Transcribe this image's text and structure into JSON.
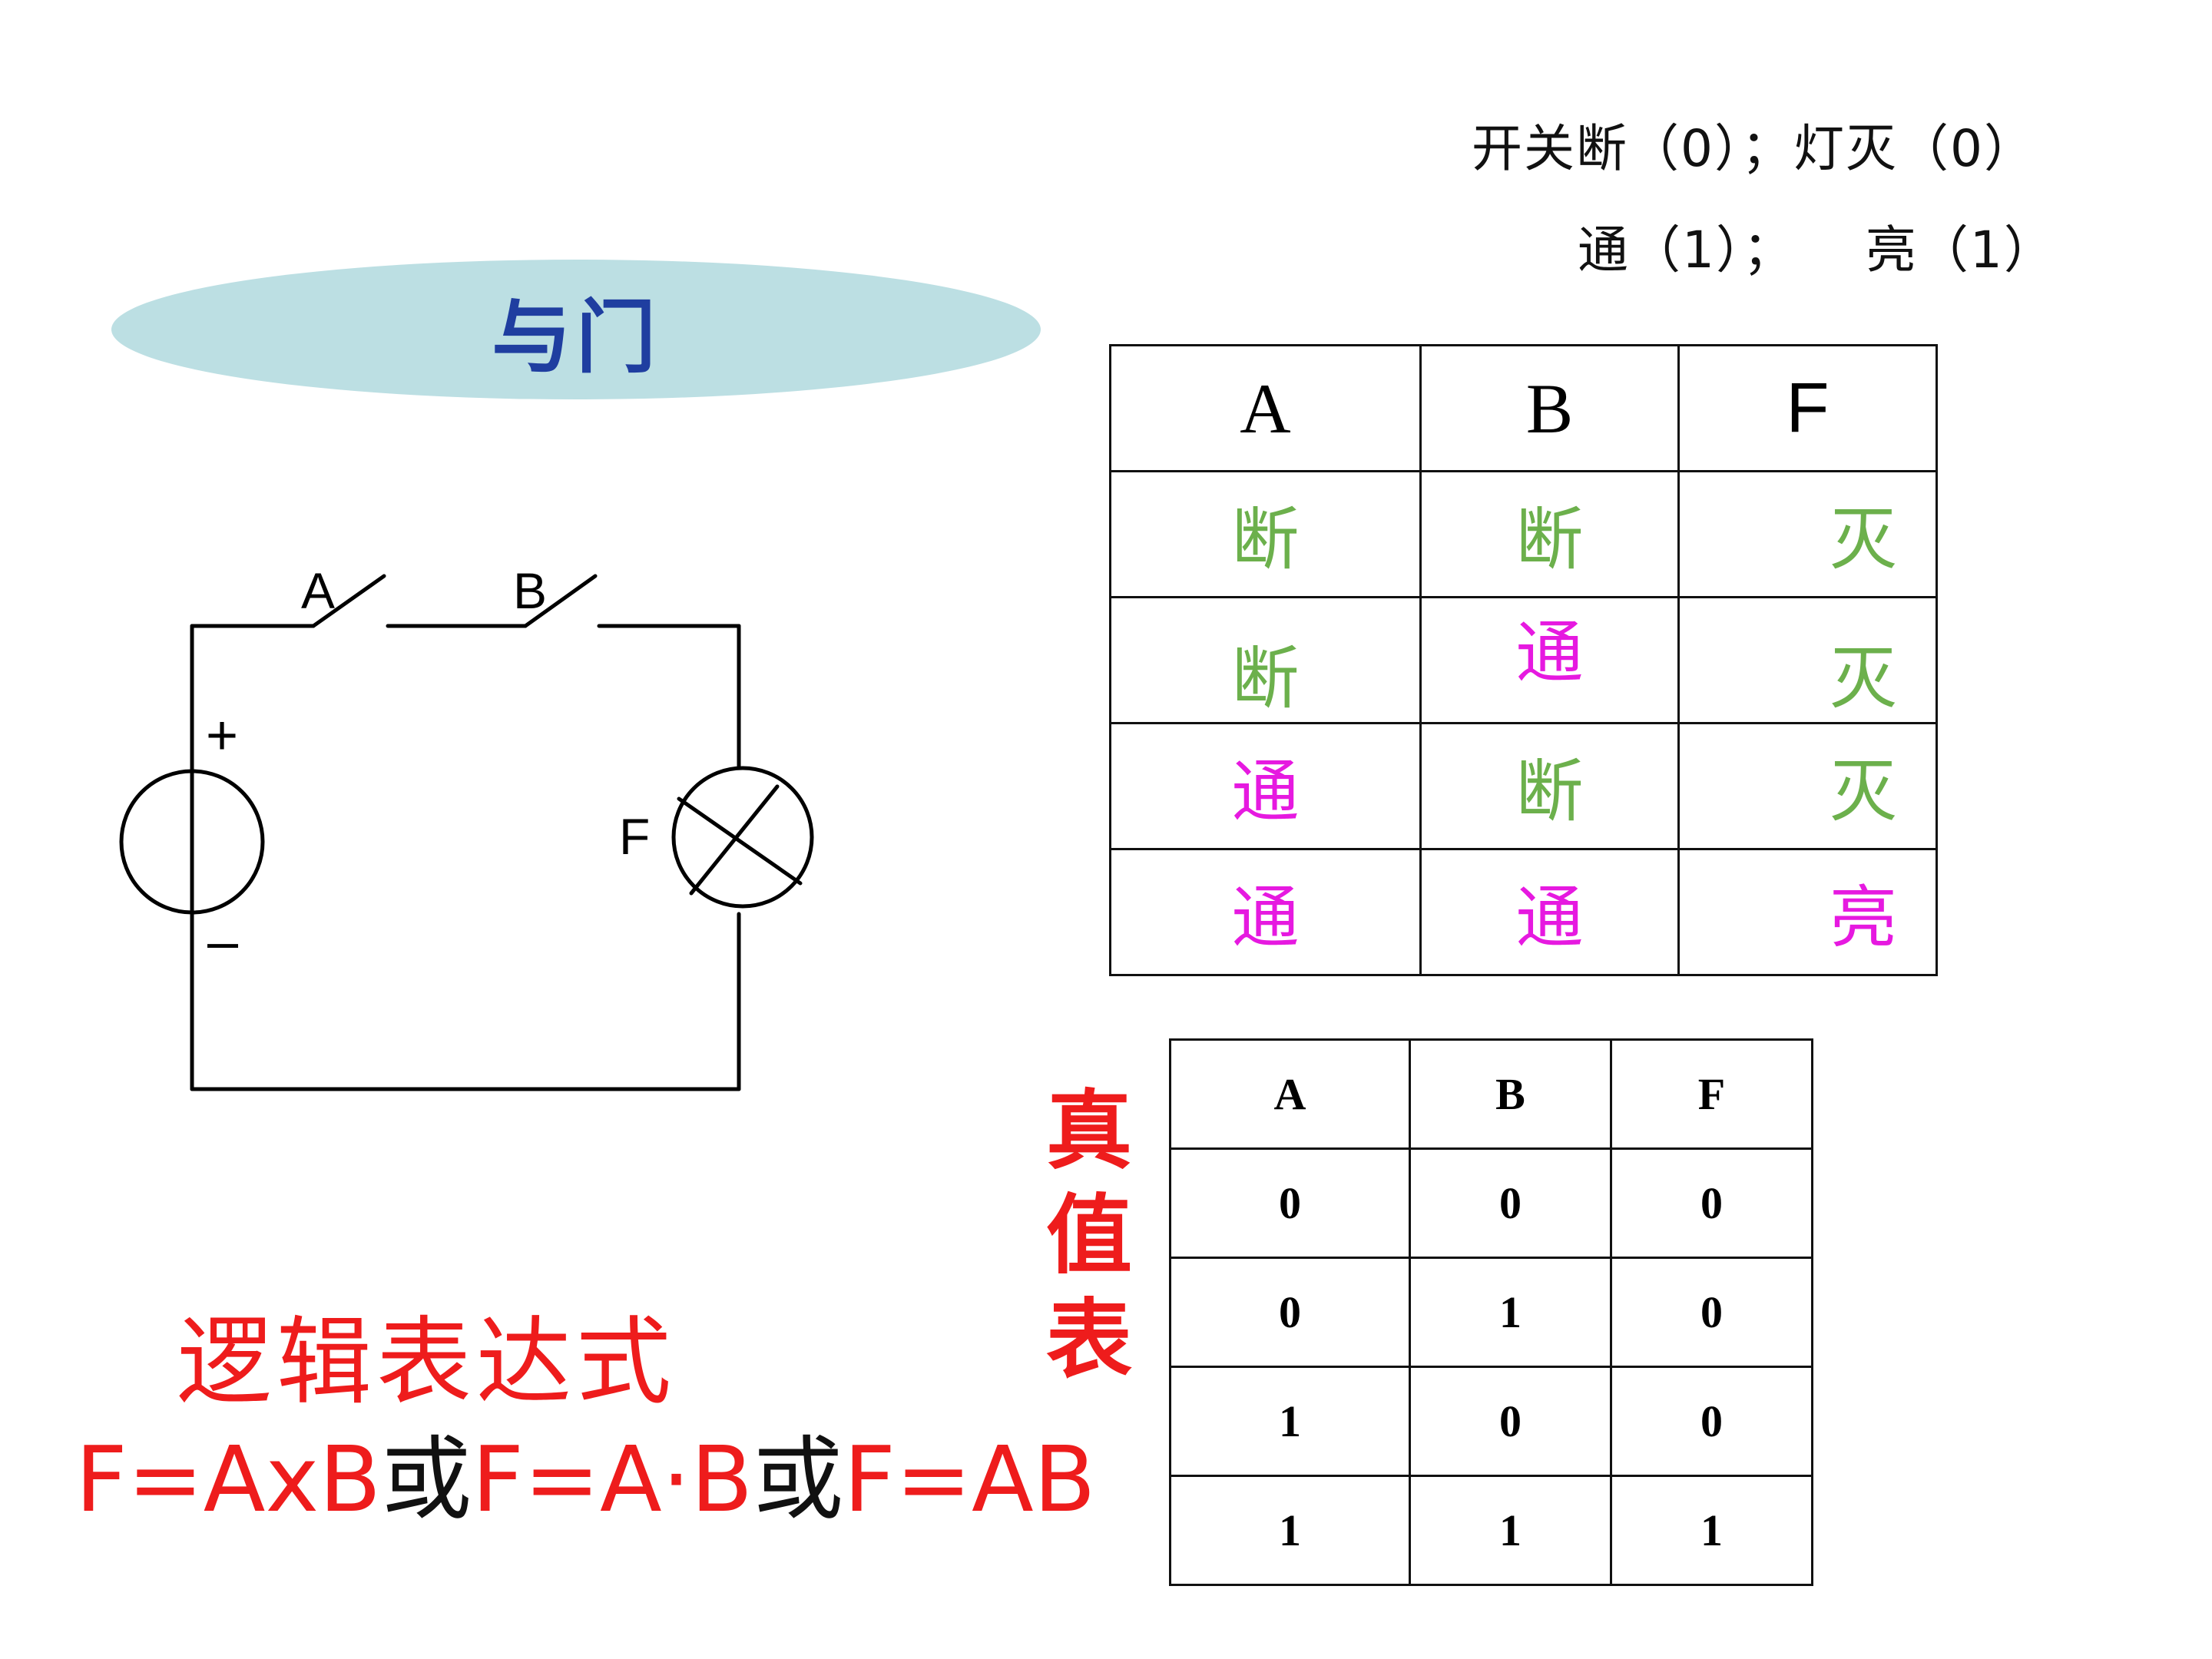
{
  "legend": {
    "line1": "开关断（0）；灯灭（0）",
    "line2": "通（1）；    亮（1）"
  },
  "title": "与门",
  "circuit": {
    "switch_a": "A",
    "switch_b": "B",
    "lamp": "F",
    "plus": "+",
    "minus": "–"
  },
  "state_table": {
    "headers": [
      "A",
      "B",
      "F"
    ],
    "rows": [
      [
        "断",
        "断",
        "灭"
      ],
      [
        "断",
        "通",
        "灭"
      ],
      [
        "通",
        "断",
        "灭"
      ],
      [
        "通",
        "通",
        "亮"
      ]
    ]
  },
  "truth_label": [
    "真",
    "值",
    "表"
  ],
  "truth_table": {
    "headers": [
      "A",
      "B",
      "F"
    ],
    "rows": [
      [
        "0",
        "0",
        "0"
      ],
      [
        "0",
        "1",
        "0"
      ],
      [
        "1",
        "0",
        "0"
      ],
      [
        "1",
        "1",
        "1"
      ]
    ]
  },
  "expression": {
    "title": "逻辑表达式",
    "part1": "F=AxB",
    "or1": "或",
    "part2": "F=A·B",
    "or2": "或",
    "part3": "F=AB"
  },
  "colors": {
    "off": "#6cb04c",
    "on": "#e619e0",
    "title": "#1f3ea0",
    "ellipse": "#bcdfe3",
    "red": "#ee1c1c"
  }
}
